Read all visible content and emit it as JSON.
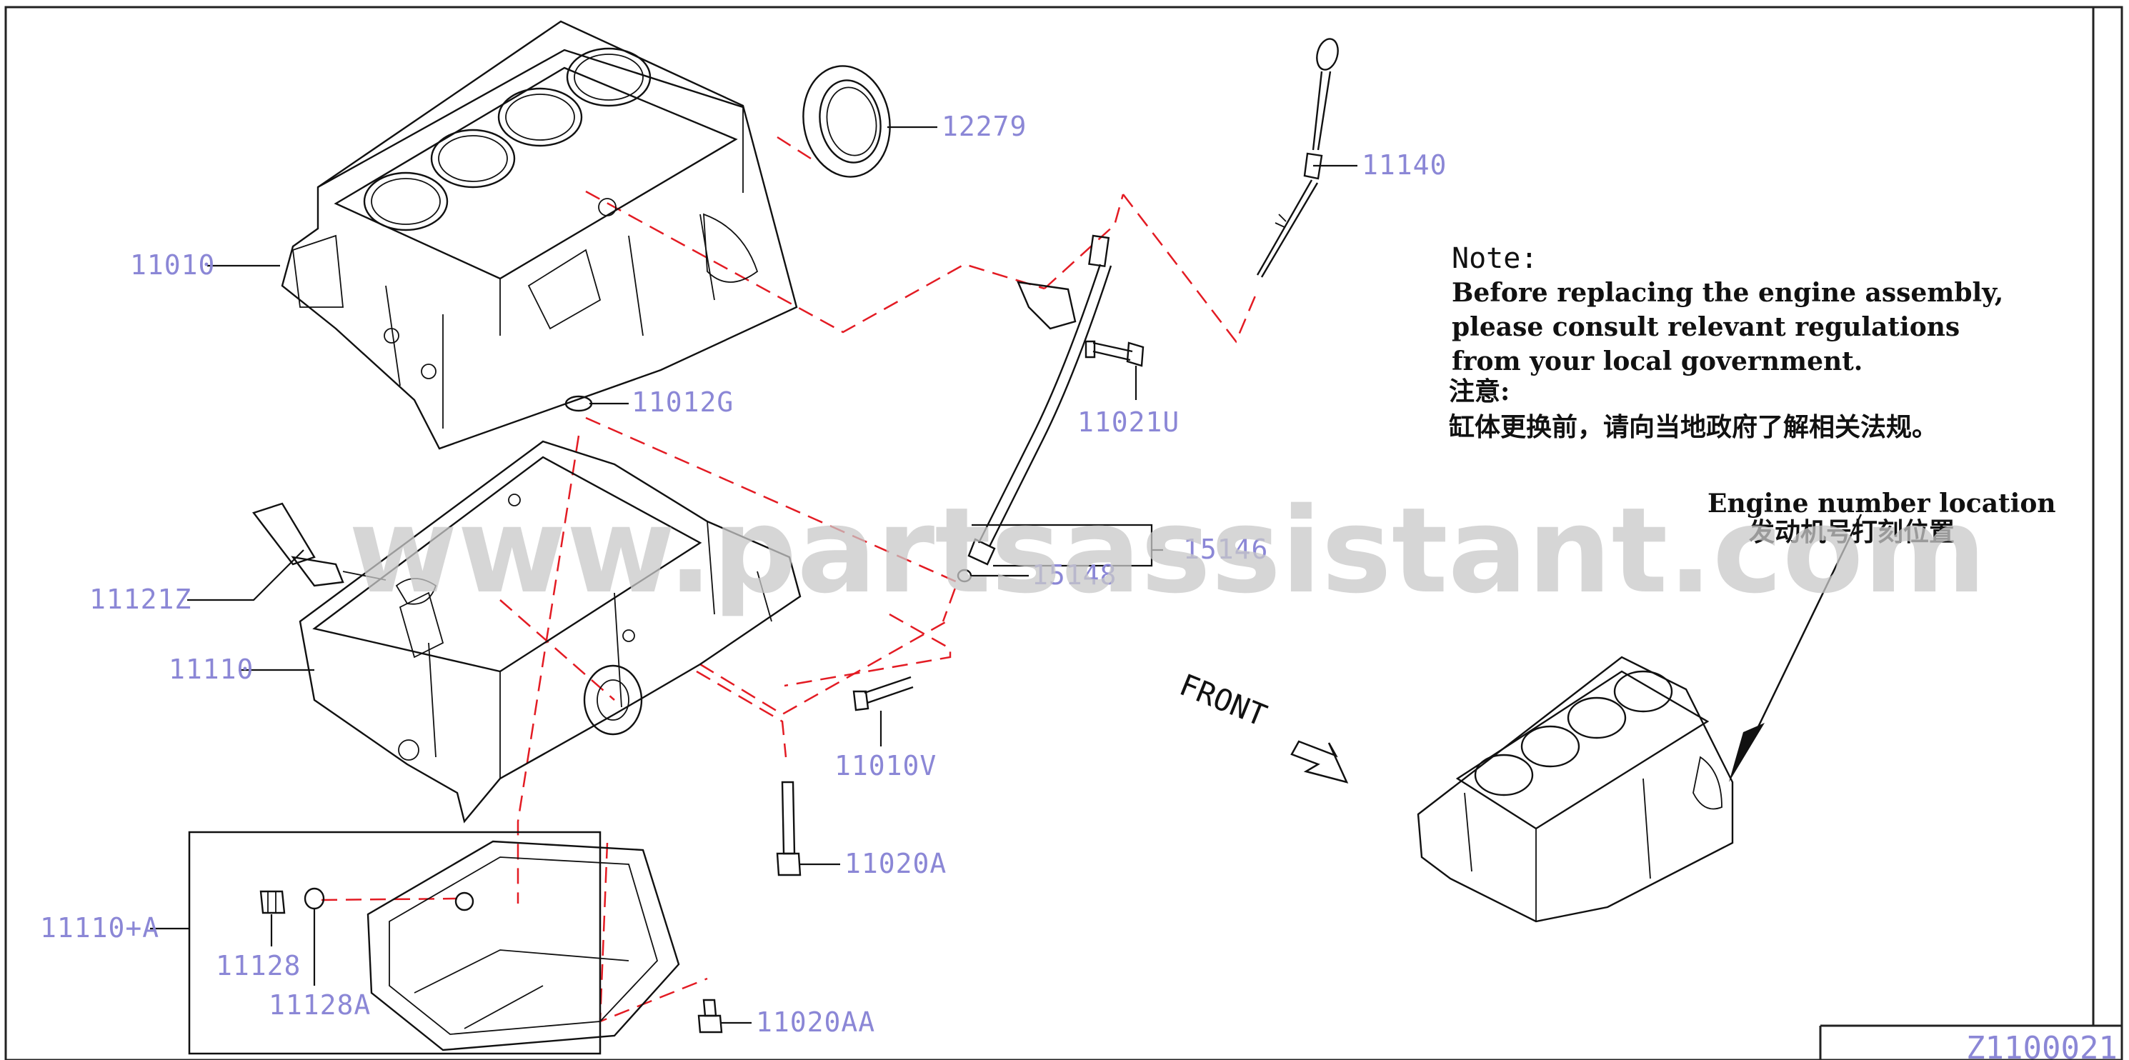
{
  "diagram": {
    "part_numbers": {
      "p12279": "12279",
      "p11140": "11140",
      "p11010": "11010",
      "p11012G": "11012G",
      "p11021U": "11021U",
      "p15146": "15146",
      "p15148": "15148",
      "p11121Z": "11121Z",
      "p11110": "11110",
      "p11010V": "11010V",
      "p11020A": "11020A",
      "p11110A": "11110+A",
      "p11128": "11128",
      "p11128A": "11128A",
      "p11020AA": "11020AA"
    },
    "note": {
      "heading": "Note:",
      "line1": "Before replacing the engine assembly,",
      "line2": "please consult relevant regulations",
      "line3": "from your local government.",
      "cn_heading": "注意:",
      "cn_line": "缸体更换前，请向当地政府了解相关法规。"
    },
    "engine_number": {
      "en": "Engine number location",
      "cn": "发动机号打刻位置"
    },
    "front_label": "FRONT",
    "watermark": "www.partsassistant.com",
    "figure_code": "Z1100021"
  },
  "colors": {
    "label": "#8b87d6",
    "leader_dash": "#e31b23",
    "line": "#111111",
    "watermark": "#c8c8c8"
  }
}
